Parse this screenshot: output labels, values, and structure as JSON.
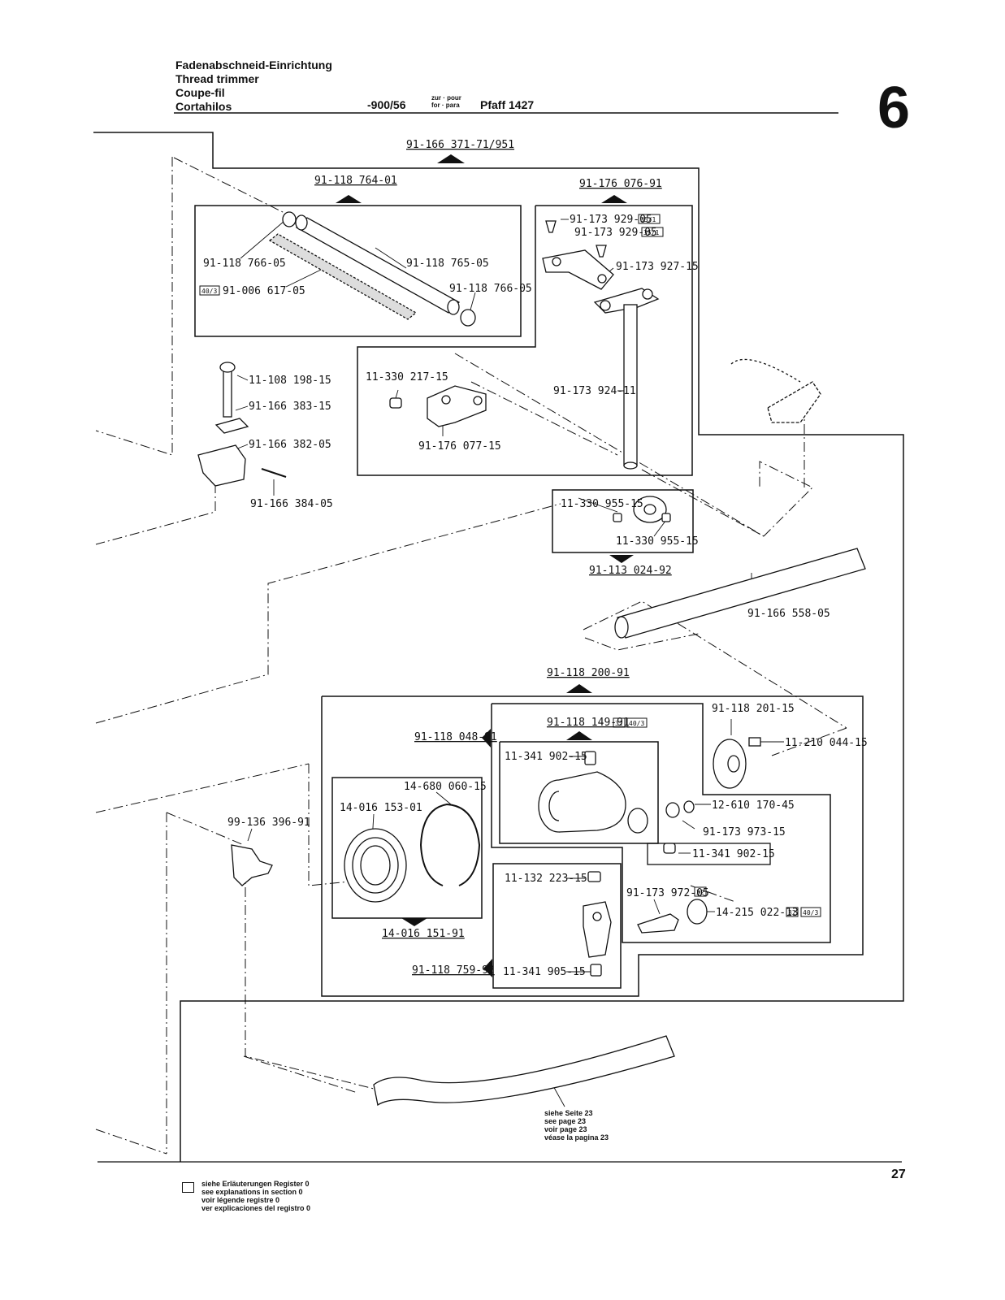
{
  "header": {
    "title_de": "Fadenabschneid-Einrichtung",
    "title_en": "Thread trimmer",
    "title_fr": "Coupe-fil",
    "title_es": "Cortahilos",
    "model_code": "-900/56",
    "for_top": "zur · pour",
    "for_bottom": "for · para",
    "machine": "Pfaff 1427",
    "section_number": "6"
  },
  "assemblies": {
    "top": "91-166 371-71/951",
    "tube": "91-118 764-01",
    "lever": "91-176 076-91",
    "collar": "91-113 024-92",
    "mid": "91-118 200-91",
    "housing": "91-118 149-91",
    "bearing_group": "91-118 048-91",
    "bearing": "14-016 151-91",
    "clamp": "91-118 759-92"
  },
  "parts": {
    "p1": "91-118 766-05",
    "p2": "91-118 765-05",
    "p3": "91-118 766-05",
    "p4": "91-006 617-05",
    "p5": "91-173 929-05",
    "p6": "91-173 929-05",
    "p7": "91-173 927-15",
    "p8": "11-108 198-15",
    "p9": "91-166 383-15",
    "p10": "91-166 382-05",
    "p11": "91-166 384-05",
    "p12": "11-330 217-15",
    "p13": "91-176 077-15",
    "p14": "91-173 924-11",
    "p15": "11-330 955-15",
    "p16": "11-330 955-15",
    "p17": "91-166 558-05",
    "p18": "91-118 201-15",
    "p19": "11-210 044-15",
    "p20": "11-341 902-15",
    "p21": "12-610 170-45",
    "p22": "91-173 973-15",
    "p23": "11-341 902-15",
    "p24": "14-680 060-15",
    "p25": "14-016 153-01",
    "p26": "99-136 396-91",
    "p27": "11-132 223-15",
    "p28": "91-173 972-05",
    "p29": "14-215 022-13",
    "p30": "11-341 905-15"
  },
  "tags": {
    "t351": "35/1",
    "t403": "40/3",
    "t32": "32"
  },
  "notes": {
    "seite_de": "siehe Seite 23",
    "seite_en": "see page 23",
    "seite_fr": "voir page 23",
    "seite_es": "véase la pagina 23",
    "legend_de": "siehe Erläuterungen Register 0",
    "legend_en": "see explanations in section 0",
    "legend_fr": "voir légende registre 0",
    "legend_es": "ver explicaciones del registro 0"
  },
  "footer": {
    "page_number": "27"
  }
}
